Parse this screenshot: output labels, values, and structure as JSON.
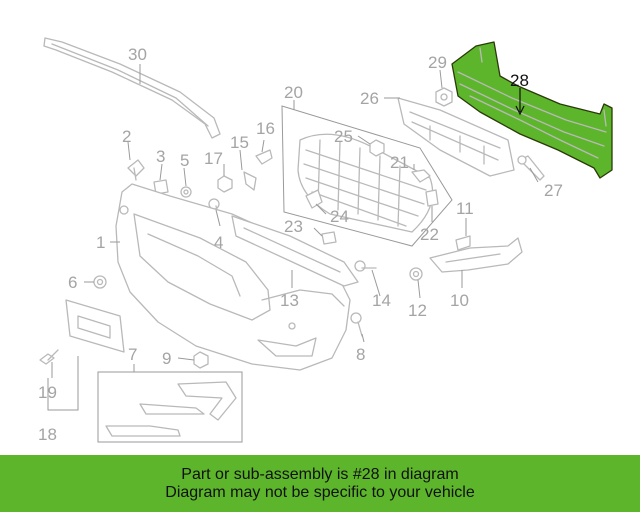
{
  "diagram": {
    "callouts": [
      "30",
      "20",
      "29",
      "28",
      "26",
      "2",
      "15",
      "16",
      "25",
      "3",
      "5",
      "17",
      "21",
      "1",
      "23",
      "24",
      "22",
      "11",
      "4",
      "6",
      "12",
      "14",
      "13",
      "10",
      "27",
      "7",
      "9",
      "8",
      "19",
      "18"
    ],
    "highlighted_part": "28",
    "highlight_color": "#5db52b"
  },
  "banner": {
    "line1": "Part or sub-assembly is #28 in diagram",
    "line2": "Diagram may not be specific to your vehicle",
    "background": "#5db52b"
  }
}
